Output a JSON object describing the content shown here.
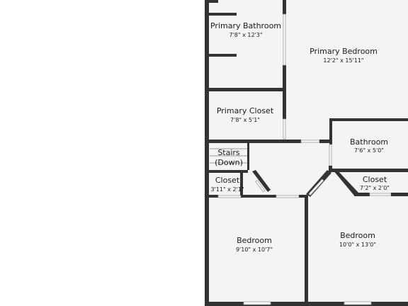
{
  "rooms": {
    "primary_bathroom": {
      "name": "Primary Bathroom",
      "dims": "7'8\" x 12'3\""
    },
    "primary_bedroom": {
      "name": "Primary Bedroom",
      "dims": "12'2\" x 15'11\""
    },
    "primary_closet": {
      "name": "Primary Closet",
      "dims": "7'8\" x 5'1\""
    },
    "bathroom": {
      "name": "Bathroom",
      "dims": "7'6\" x 5'0\""
    },
    "stairs": {
      "line1": "Stairs",
      "line2": "(Down)"
    },
    "closet_left": {
      "name": "Closet",
      "dims": "3'11\" x 2'1\""
    },
    "closet_right": {
      "name": "Closet",
      "dims": "7'2\" x 2'0\""
    },
    "bedroom_left": {
      "name": "Bedroom",
      "dims": "9'10\" x 10'7\""
    },
    "bedroom_right": {
      "name": "Bedroom",
      "dims": "10'0\" x 13'0\""
    }
  },
  "colors": {
    "wall": "#333333",
    "floor": "#f4f4f4",
    "background": "#ffffff"
  }
}
